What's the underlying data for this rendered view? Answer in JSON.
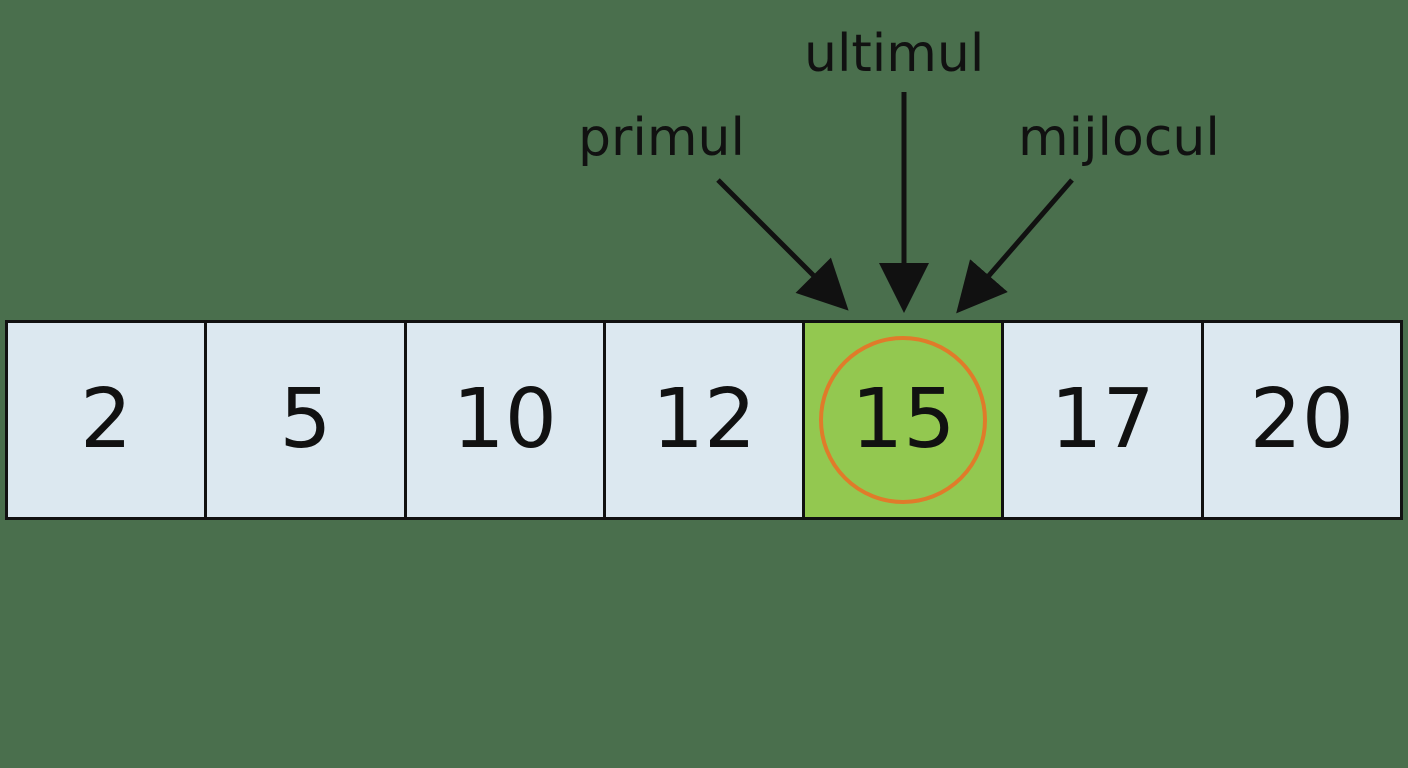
{
  "pointers": {
    "first_label": "primul",
    "last_label": "ultimul",
    "mid_label": "mijlocul"
  },
  "array": {
    "cells": [
      "2",
      "5",
      "10",
      "12",
      "15",
      "17",
      "20"
    ],
    "highlighted_index": 4
  },
  "colors": {
    "background": "#4a6f4d",
    "cell_fill": "#dce8f0",
    "highlight_fill": "#93c850",
    "ring": "#e07b2a",
    "ink": "#111111"
  }
}
